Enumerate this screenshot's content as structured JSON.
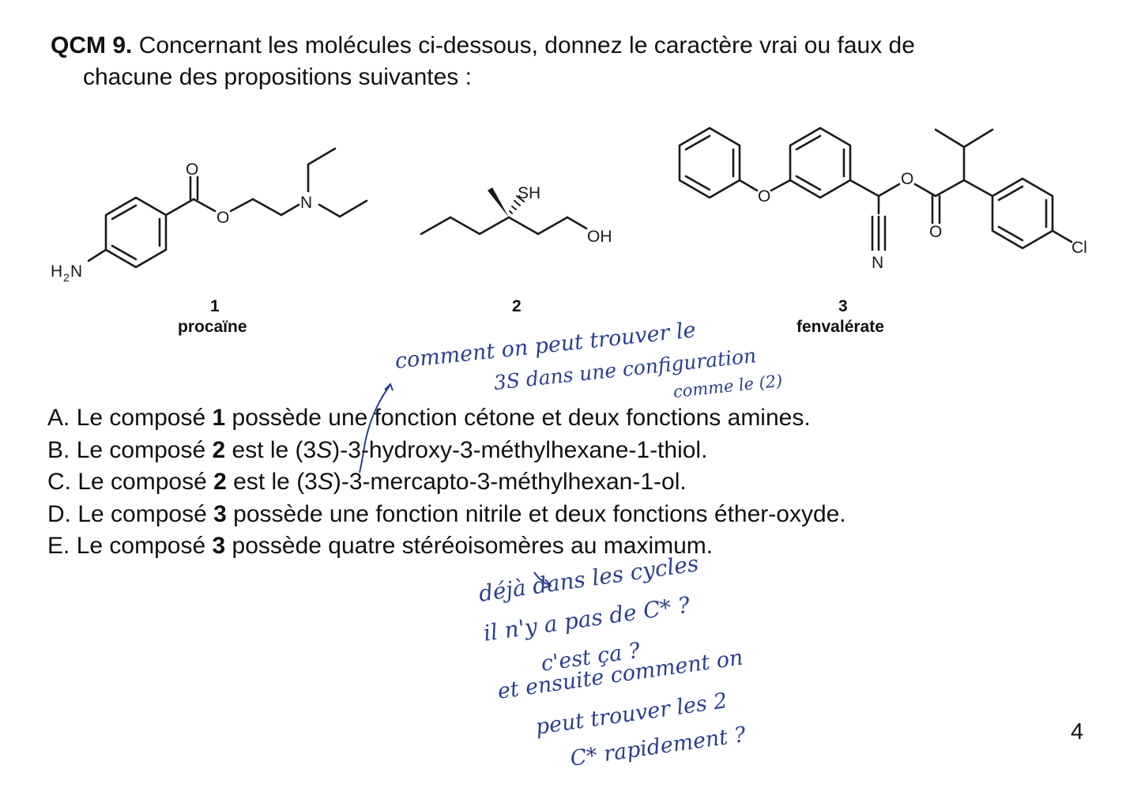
{
  "header": {
    "number": "QCM 9.",
    "line1": "Concernant les molécules ci-dessous, donnez le caractère vrai ou faux de",
    "line2": "chacune des propositions suivantes :"
  },
  "molecules": [
    {
      "number": "1",
      "name": "procaïne",
      "atoms": {
        "o_carbonyl": "O",
        "o_ester": "O",
        "n": "N",
        "h2n_h": "H",
        "h2n_sub": "2",
        "h2n_n": "N"
      }
    },
    {
      "number": "2",
      "name": "",
      "atoms": {
        "sh": "SH",
        "oh": "OH"
      }
    },
    {
      "number": "3",
      "name": "fenvalérate",
      "atoms": {
        "o_ether": "O",
        "o_ester": "O",
        "o_carbonyl": "O",
        "n": "N",
        "cl": "Cl"
      }
    }
  ],
  "options": [
    {
      "letter": "A.",
      "pre": "Le composé",
      "num": "1",
      "post": "possède une fonction cétone et deux fonctions amines."
    },
    {
      "letter": "B.",
      "pre": "Le composé",
      "num": "2",
      "mid1": "est le (3",
      "stereo": "S",
      "post": ")-3-hydroxy-3-méthylhexane-1-thiol."
    },
    {
      "letter": "C.",
      "pre": "Le composé",
      "num": "2",
      "mid1": "est le (3",
      "stereo": "S",
      "post": ")-3-mercapto-3-méthylhexan-1-ol."
    },
    {
      "letter": "D.",
      "pre": "Le composé",
      "num": "3",
      "post": "possède une fonction nitrile et deux fonctions éther-oxyde."
    },
    {
      "letter": "E.",
      "pre": "Le composé",
      "num": "3",
      "post": "possède quatre stéréoisomères au maximum."
    }
  ],
  "page_number": "4",
  "handwritten_notes": {
    "line1": "comment on peut trouver le",
    "line2": "3S dans une configuration",
    "line3": "comme le (2)",
    "line4": "déjà dans les cycles",
    "line5": "il n'y a pas de C* ?",
    "line6": "c'est ça ?",
    "line7": "et ensuite comment on",
    "line8": "peut trouver les 2",
    "line9": "C* rapidement ?"
  },
  "colors": {
    "ink": "#111111",
    "handwriting": "#2a3f8f"
  }
}
